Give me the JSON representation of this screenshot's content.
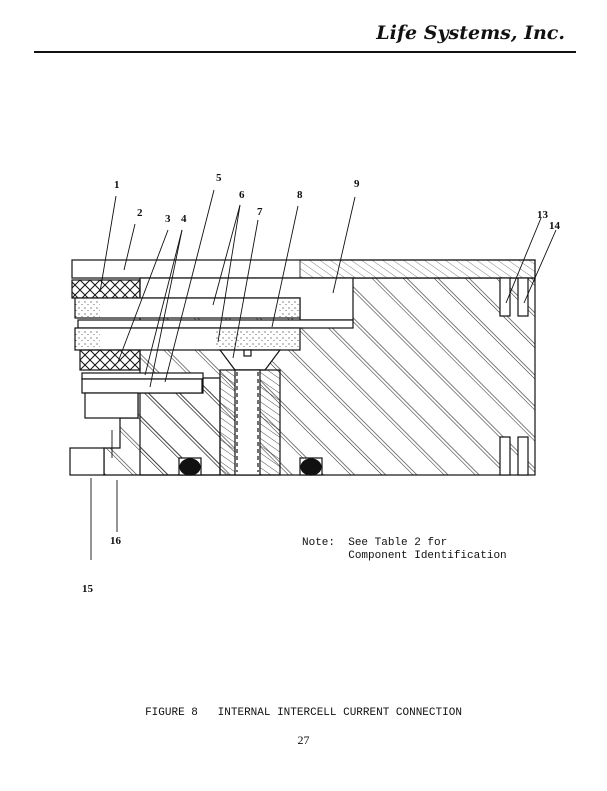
{
  "header": {
    "company": "Life Systems, Inc."
  },
  "figure": {
    "labels": [
      "1",
      "2",
      "3",
      "4",
      "5",
      "6",
      "7",
      "8",
      "9",
      "13",
      "14",
      "15",
      "16"
    ],
    "note_prefix": "Note:",
    "note_line1": "See Table 2 for",
    "note_line2": "Component Identification",
    "caption": "FIGURE 8   INTERNAL INTERCELL CURRENT CONNECTION"
  },
  "page_number": "27"
}
